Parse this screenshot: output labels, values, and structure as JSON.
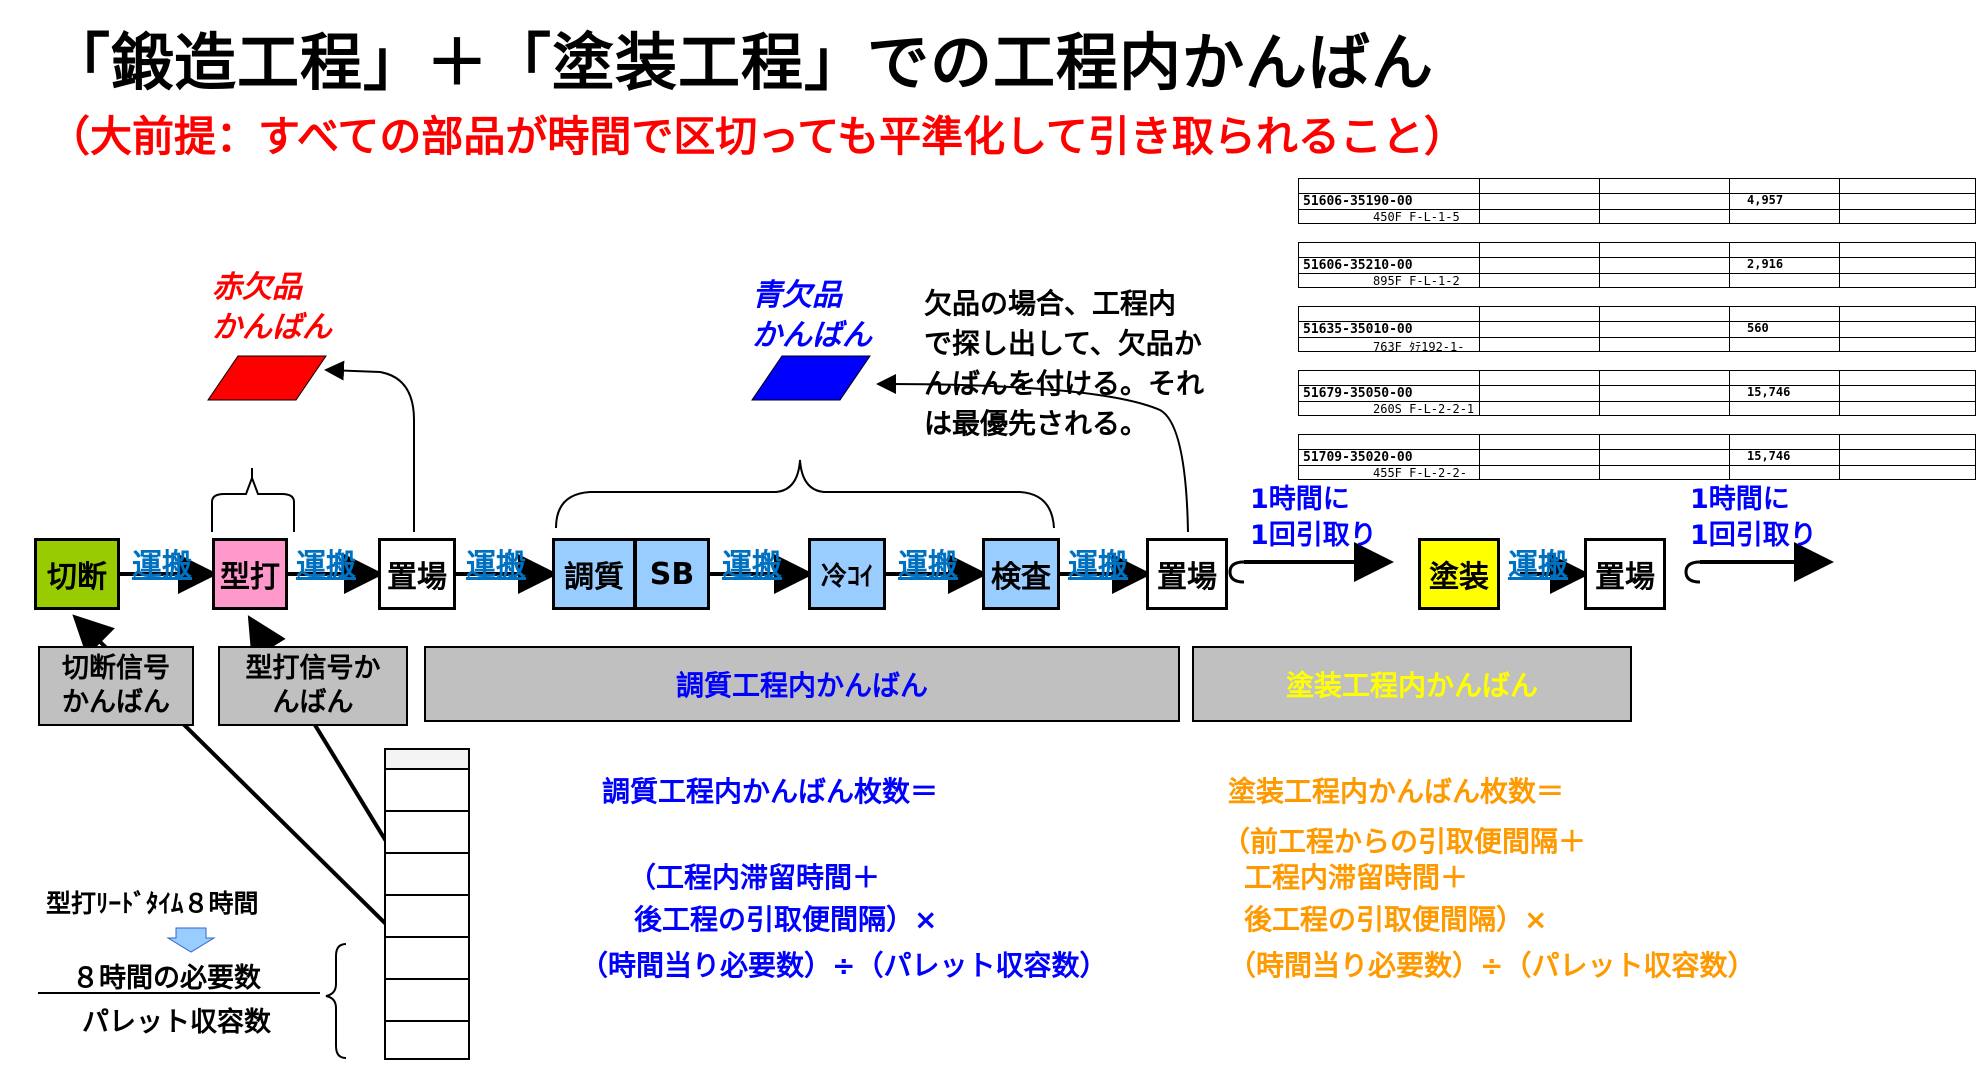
{
  "title": "「鍛造工程」＋「塗装工程」での工程内かんばん",
  "subtitle": "（大前提：すべての部品が時間で区切っても平準化して引き取られること）",
  "kanban_red": {
    "line1": "赤欠品",
    "line2": "かんばん",
    "color": "#ff0000"
  },
  "kanban_blue": {
    "line1": "青欠品",
    "line2": "かんばん",
    "color": "#0000ff"
  },
  "note": {
    "lines": [
      "欠品の場合、工程内",
      "で探し出して、欠品か",
      "んばんを付ける。それ",
      "は最優先される。"
    ]
  },
  "process": {
    "cut": "切断",
    "stamp": "型打",
    "storage1": "置場",
    "tempering": "調質",
    "sb": "SB",
    "cooling": "冷ｺｲ",
    "inspection": "検査",
    "storage2": "置場",
    "painting": "塗装",
    "storage3": "置場",
    "transport": "運搬"
  },
  "pull1": {
    "line1": "1時間に",
    "line2": "1回引取り"
  },
  "pull2": {
    "line1": "1時間に",
    "line2": "1回引取り"
  },
  "kanban_labels": {
    "cut_signal": {
      "line1": "切断信号",
      "line2": "かんばん"
    },
    "stamp_signal": {
      "line1": "型打信号か",
      "line2": "んばん"
    },
    "tempering": "調質工程内かんばん",
    "painting": "塗装工程内かんばん"
  },
  "leadtime": {
    "label": "型打ﾘｰﾄﾞﾀｲﾑ８時間",
    "numerator": "８時間の必要数",
    "denominator": "パレット収容数"
  },
  "formula_tempering": {
    "line1": "調質工程内かんばん枚数＝",
    "line2": "（工程内滞留時間＋",
    "line3": "後工程の引取便間隔）×",
    "line4": "（時間当り必要数）÷（パレット収容数）"
  },
  "formula_painting": {
    "line1": "塗装工程内かんばん枚数＝",
    "line2": "（前工程からの引取便間隔＋",
    "line3": "工程内滞留時間＋",
    "line4": "後工程の引取便間隔）×",
    "line5": "（時間当り必要数）÷（パレット収容数）"
  },
  "cards": [
    {
      "code": "51606-35190-00",
      "loc": "450F F-L-1-5",
      "qty": "4,957"
    },
    {
      "code": "51606-35210-00",
      "loc": "895F F-L-1-2",
      "qty": "2,916"
    },
    {
      "code": "51635-35010-00",
      "loc": "763F ﾀﾃ192-1-",
      "qty": "560"
    },
    {
      "code": "51679-35050-00",
      "loc": "260S F-L-2-2-1",
      "qty": "15,746"
    },
    {
      "code": "51709-35020-00",
      "loc": "455F F-L-2-2-",
      "qty": "15,746"
    }
  ],
  "colors": {
    "green": "#99cc00",
    "pink": "#ff99cc",
    "blue": "#99ccff",
    "yellow": "#ffff00",
    "label_blue": "#0070c0",
    "orange": "#ff9900"
  }
}
